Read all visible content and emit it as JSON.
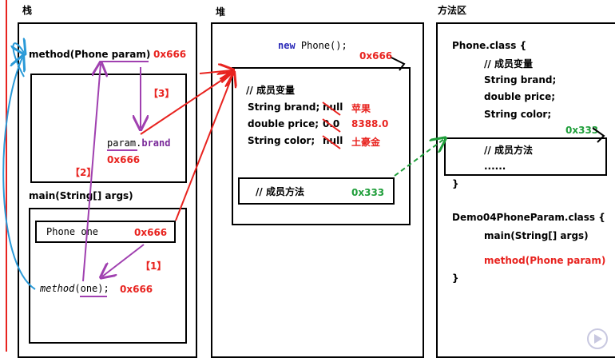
{
  "regions": {
    "stack": "栈",
    "heap": "堆",
    "method_area": "方法区"
  },
  "stack": {
    "method_frame": {
      "signature": "method(Phone param)",
      "addr": "0x666"
    },
    "param_ref": {
      "prefix": "param.",
      "field": "brand",
      "addr": "0x666"
    },
    "main_frame": {
      "signature": "main(String[] args)"
    },
    "local_var": {
      "text": "Phone one",
      "addr": "0x666"
    },
    "call": {
      "name": "method",
      "open": "(",
      "arg": "one",
      "close": ");",
      "addr": "0x666"
    }
  },
  "steps": {
    "s1": "【1】",
    "s2": "【2】",
    "s3": "【3】"
  },
  "heap": {
    "new_kw": "new",
    "new_rest": "Phone();",
    "object_addr": "0x666",
    "fields_comment": "// 成员变量",
    "fields": [
      {
        "decl": "String brand;",
        "old": "null",
        "new": "苹果"
      },
      {
        "decl": "double price;",
        "old": "0.0",
        "new": "8388.0"
      },
      {
        "decl": "String color;",
        "old": "null",
        "new": "土豪金"
      }
    ],
    "methods_comment": "// 成员方法",
    "methods_addr": "0x333"
  },
  "method_area": {
    "phone_class": "Phone.class {",
    "fields_comment": "// 成员变量",
    "fields": [
      "String brand;",
      "double price;",
      "String color;"
    ],
    "methods_addr": "0x333",
    "methods_comment": "// 成员方法",
    "methods_ellipsis": "......",
    "close1": "}",
    "demo_class": "Demo04PhoneParam.class {",
    "main_sig": "main(String[] args)",
    "method_sig": "method(Phone param)",
    "close2": "}"
  },
  "colors": {
    "red": "#e8231f",
    "green": "#1f9e3a",
    "blue": "#2a9ad8",
    "purple": "#a040b0",
    "keyword": "#2a2ab8"
  }
}
